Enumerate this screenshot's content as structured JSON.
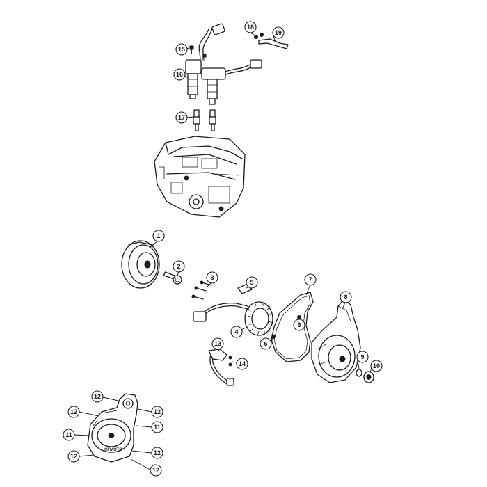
{
  "diagram": {
    "callouts": [
      {
        "id": "c1",
        "label": "1"
      },
      {
        "id": "c2",
        "label": "2"
      },
      {
        "id": "c3",
        "label": "3"
      },
      {
        "id": "c4",
        "label": "4"
      },
      {
        "id": "c5",
        "label": "5"
      },
      {
        "id": "c6a",
        "label": "6"
      },
      {
        "id": "c6b",
        "label": "6"
      },
      {
        "id": "c7",
        "label": "7"
      },
      {
        "id": "c8",
        "label": "8"
      },
      {
        "id": "c9",
        "label": "9"
      },
      {
        "id": "c10",
        "label": "10"
      },
      {
        "id": "c11a",
        "label": "11"
      },
      {
        "id": "c11b",
        "label": "11"
      },
      {
        "id": "c12a",
        "label": "12"
      },
      {
        "id": "c12b",
        "label": "12"
      },
      {
        "id": "c12c",
        "label": "12"
      },
      {
        "id": "c12d",
        "label": "12"
      },
      {
        "id": "c12e",
        "label": "12"
      },
      {
        "id": "c12f",
        "label": "12"
      },
      {
        "id": "c13",
        "label": "13"
      },
      {
        "id": "c14",
        "label": "14"
      },
      {
        "id": "c15",
        "label": "15"
      },
      {
        "id": "c16",
        "label": "16"
      },
      {
        "id": "c17",
        "label": "17"
      },
      {
        "id": "c18",
        "label": "18"
      },
      {
        "id": "c19",
        "label": "19"
      }
    ],
    "cover_logo_text": "CFMOTO"
  }
}
